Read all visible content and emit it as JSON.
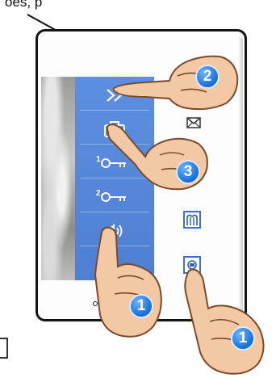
{
  "caption": "oes, p",
  "badges": {
    "top_right": "2",
    "middle": "3",
    "bottom_left": "1",
    "bottom_right": "1"
  },
  "menu": {
    "key1_number": "1",
    "key2_number": "2"
  },
  "icons": [
    "forward-icon",
    "camera-icon",
    "key-1-icon",
    "key-2-icon",
    "speaker-icon",
    "envelope-icon",
    "gate-icon",
    "monitor-icon"
  ],
  "colors": {
    "menu_panel": "#5b8ad8",
    "badge": "#1b73d9",
    "device_frame": "#141414"
  }
}
